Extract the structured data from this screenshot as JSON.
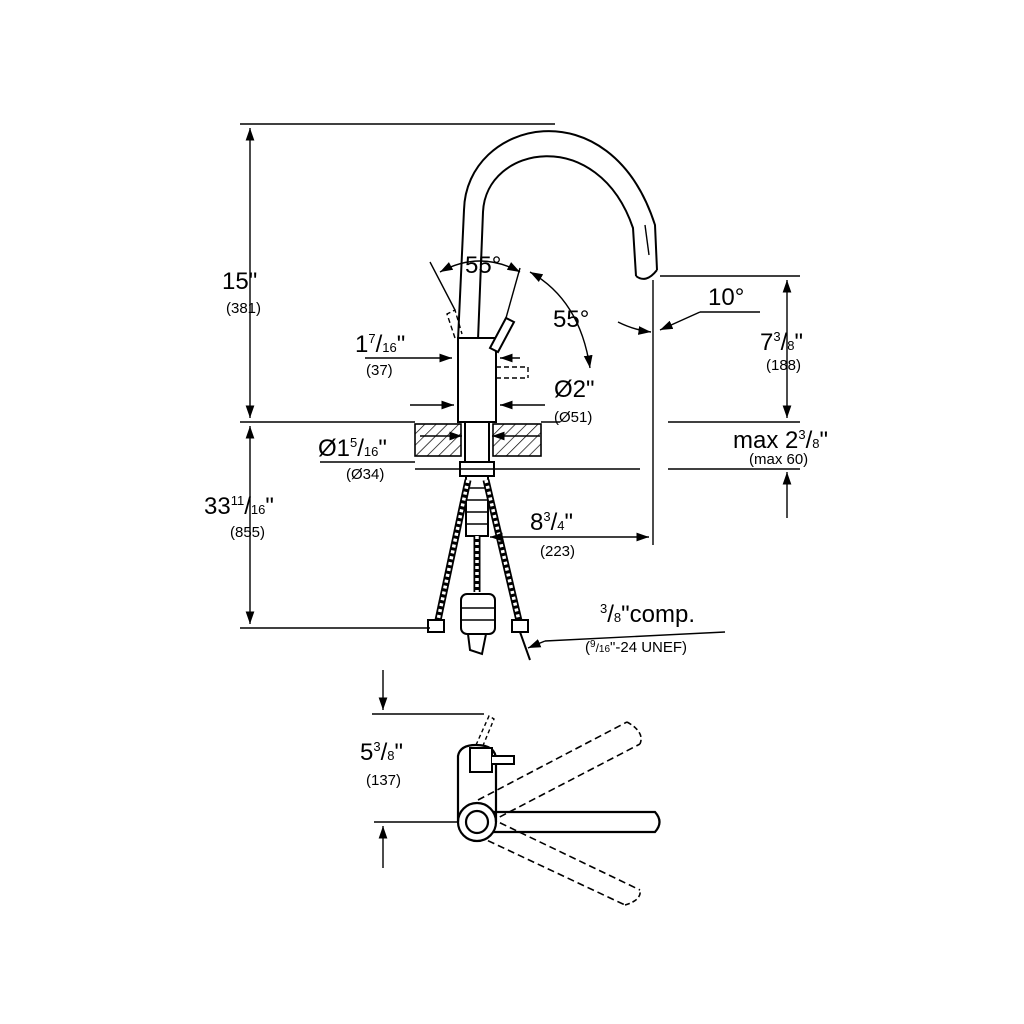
{
  "colors": {
    "line": "#000000",
    "background": "#ffffff"
  },
  "dimensions": {
    "height_total": {
      "value": "15\"",
      "metric": "(381)"
    },
    "lever_angle_left": {
      "value": "55°"
    },
    "lever_angle_right": {
      "value": "55°"
    },
    "spray_angle": {
      "value": "10°"
    },
    "lever_offset": {
      "whole": "1",
      "num": "7",
      "den": "16",
      "quote": "\"",
      "metric": "(37)"
    },
    "base_diameter": {
      "value": "Ø2\"",
      "metric": "(Ø51)"
    },
    "spout_clearance": {
      "whole": "7",
      "num": "3",
      "den": "8",
      "quote": "\"",
      "metric": "(188)"
    },
    "hole_diameter": {
      "prefix": "Ø1",
      "num": "5",
      "den": "16",
      "quote": "\"",
      "metric": "(Ø34)"
    },
    "deck_thickness": {
      "prefix": "max 2",
      "num": "3",
      "den": "8",
      "quote": "\"",
      "metric": "(max 60)"
    },
    "hose_length": {
      "whole": "33",
      "num": "11",
      "den": "16",
      "quote": "\"",
      "metric": "(855)"
    },
    "spout_reach": {
      "whole": "8",
      "num": "3",
      "den": "4",
      "quote": "\"",
      "metric": "(223)"
    },
    "connection": {
      "num": "3",
      "den": "8",
      "suffix": "\"comp.",
      "open": "(",
      "sub_num": "9",
      "sub_den": "16",
      "sub_suffix": "\"-24 UNEF)"
    },
    "top_view_height": {
      "whole": "5",
      "num": "3",
      "den": "8",
      "quote": "\"",
      "metric": "(137)"
    }
  }
}
